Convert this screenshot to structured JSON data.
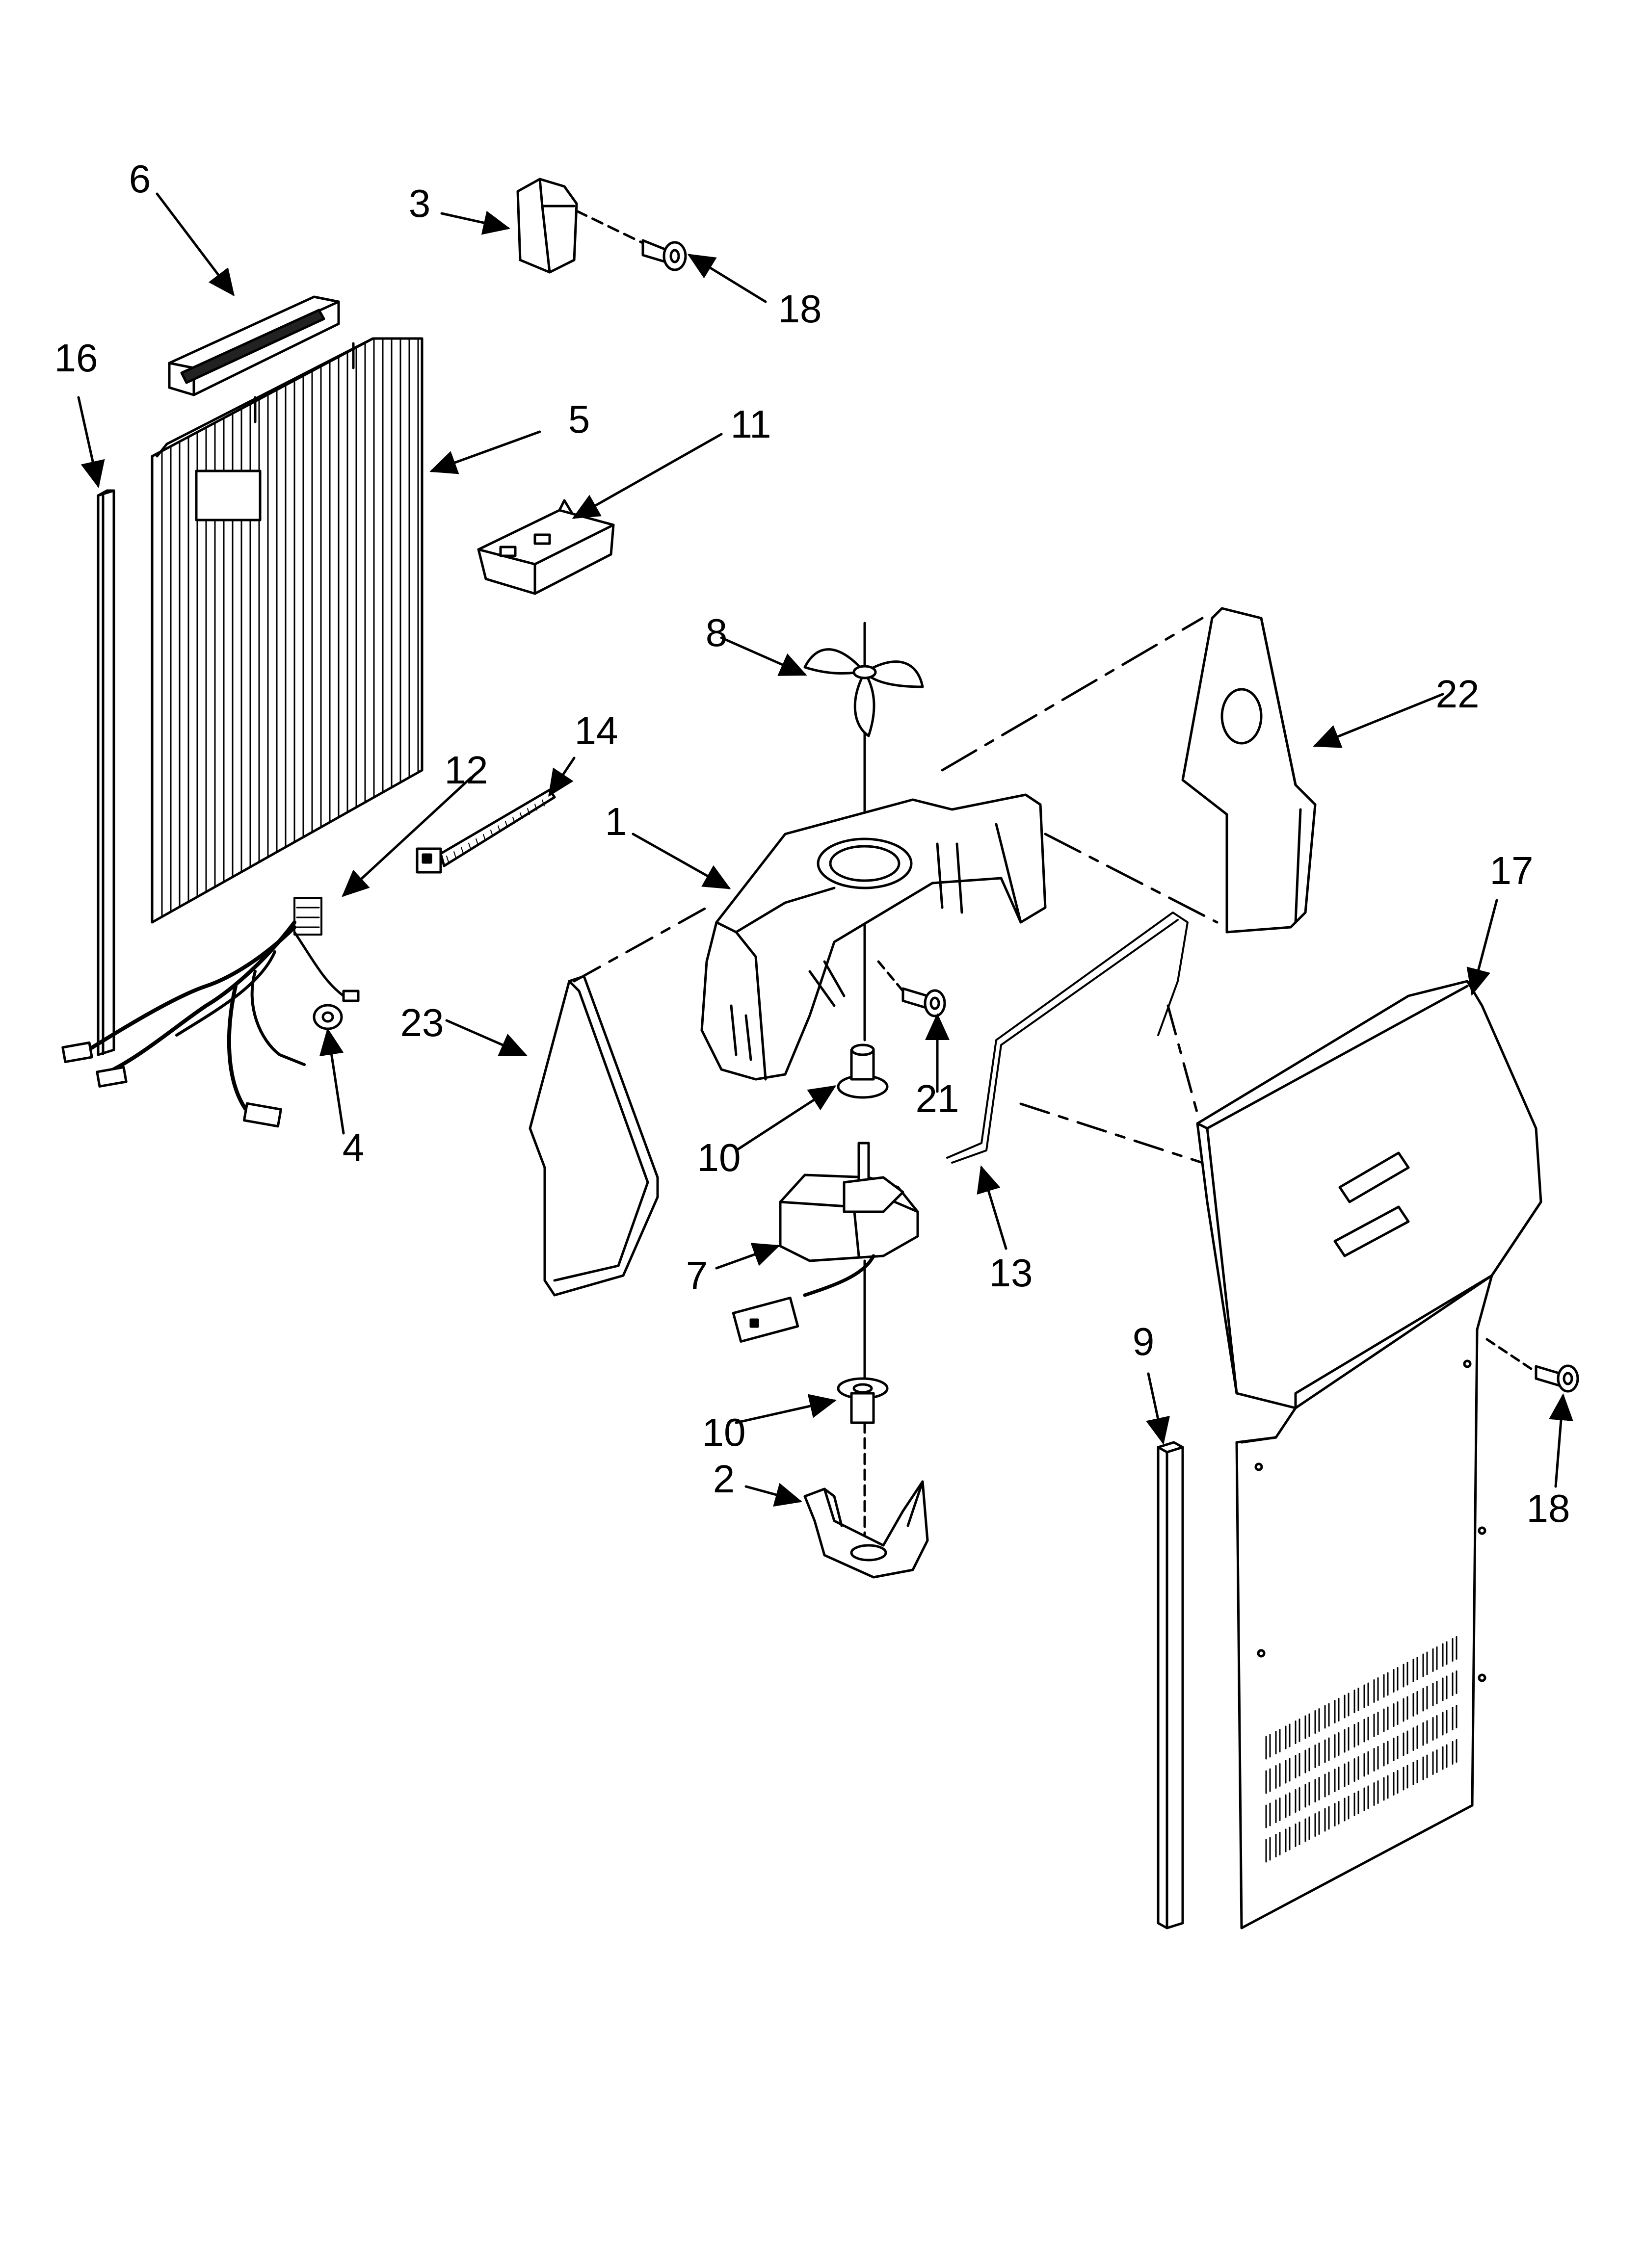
{
  "diagram": {
    "type": "exploded-parts-diagram",
    "line_color": "#000000",
    "fill_color": "#ffffff",
    "parts": [
      {
        "id": "part-1",
        "label": "1"
      },
      {
        "id": "part-2",
        "label": "2"
      },
      {
        "id": "part-3",
        "label": "3"
      },
      {
        "id": "part-4",
        "label": "4"
      },
      {
        "id": "part-5",
        "label": "5"
      },
      {
        "id": "part-6",
        "label": "6"
      },
      {
        "id": "part-7",
        "label": "7"
      },
      {
        "id": "part-8",
        "label": "8"
      },
      {
        "id": "part-9",
        "label": "9"
      },
      {
        "id": "part-10a",
        "label": "10"
      },
      {
        "id": "part-10b",
        "label": "10"
      },
      {
        "id": "part-11",
        "label": "11"
      },
      {
        "id": "part-12",
        "label": "12"
      },
      {
        "id": "part-13",
        "label": "13"
      },
      {
        "id": "part-14",
        "label": "14"
      },
      {
        "id": "part-16",
        "label": "16"
      },
      {
        "id": "part-17",
        "label": "17"
      },
      {
        "id": "part-18a",
        "label": "18"
      },
      {
        "id": "part-18b",
        "label": "18"
      },
      {
        "id": "part-21",
        "label": "21"
      },
      {
        "id": "part-22",
        "label": "22"
      },
      {
        "id": "part-23",
        "label": "23"
      }
    ]
  }
}
